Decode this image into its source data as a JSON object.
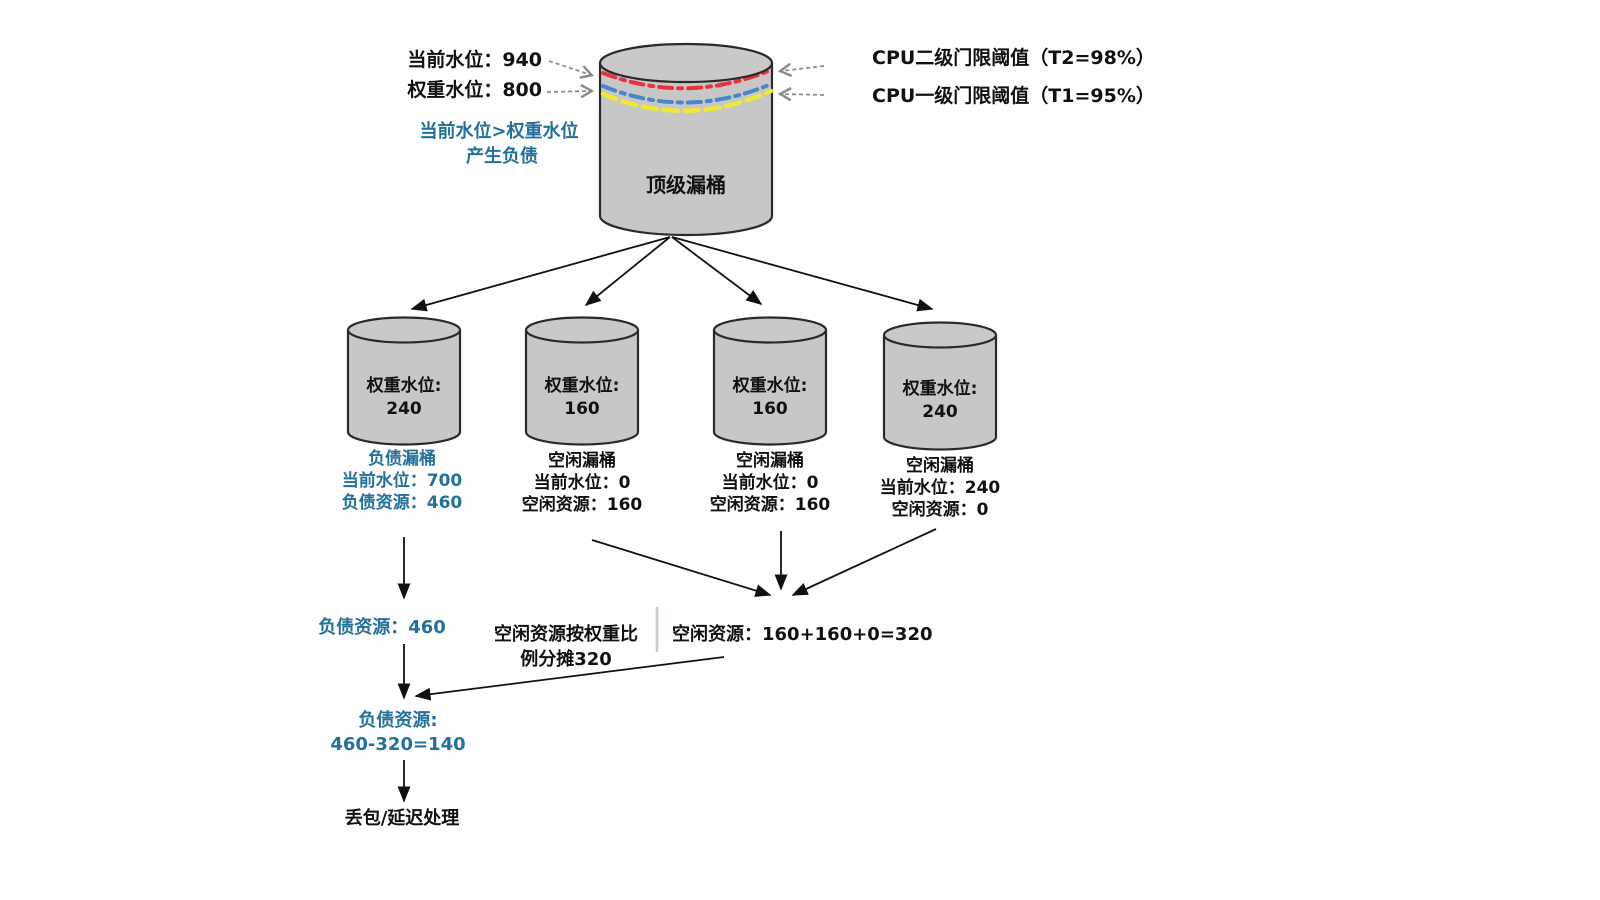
{
  "top": {
    "bucket_label": "顶级漏桶",
    "current_level": "当前水位：940",
    "weight_level": "权重水位：800",
    "debt_note_line1": "当前水位>权重水位",
    "debt_note_line2": "产生负债",
    "t2_label": "CPU二级门限阈值（T2=98%）",
    "t1_label": "CPU一级门限阈值（T1=95%）"
  },
  "buckets": [
    {
      "weight_label": "权重水位:",
      "weight_value": "240",
      "line1": "负债漏桶",
      "line2": "当前水位：700",
      "line3": "负债资源：460",
      "type": "debt"
    },
    {
      "weight_label": "权重水位:",
      "weight_value": "160",
      "line1": "空闲漏桶",
      "line2": "当前水位：0",
      "line3": "空闲资源：160",
      "type": "idle"
    },
    {
      "weight_label": "权重水位:",
      "weight_value": "160",
      "line1": "空闲漏桶",
      "line2": "当前水位：0",
      "line3": "空闲资源：160",
      "type": "idle"
    },
    {
      "weight_label": "权重水位:",
      "weight_value": "240",
      "line1": "空闲漏桶",
      "line2": "当前水位：240",
      "line3": "空闲资源：0",
      "type": "idle"
    }
  ],
  "flow": {
    "debt_resource": "负债资源：460",
    "share_note_line1": "空闲资源按权重比",
    "share_note_line2": "例分摊320",
    "idle_sum": "空闲资源：160+160+0=320",
    "debt_result_line1": "负债资源:",
    "debt_result_line2": "460-320=140",
    "final_action": "丢包/延迟处理"
  },
  "colors": {
    "debt_text": "#23719a",
    "t2_level_line": "#e8333d",
    "weight_level_line": "#4688c8",
    "t1_level_line": "#f0e832",
    "bucket_fill": "#c7c7c7"
  }
}
